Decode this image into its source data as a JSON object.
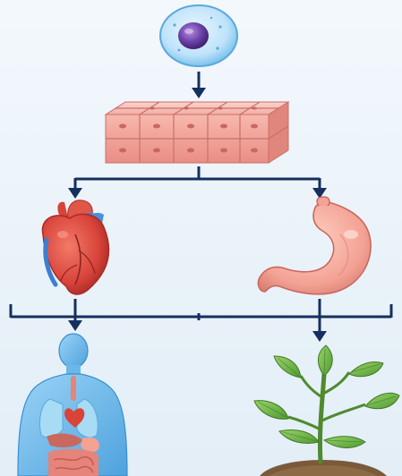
{
  "diagram": {
    "levels": [
      {
        "id": "cell",
        "icon": "cell-icon"
      },
      {
        "id": "tissue",
        "icon": "tissue-icon"
      },
      {
        "id": "organs",
        "items": [
          {
            "id": "heart",
            "icon": "heart-icon"
          },
          {
            "id": "stomach",
            "icon": "stomach-icon"
          }
        ]
      },
      {
        "id": "organisms",
        "items": [
          {
            "id": "human-body",
            "icon": "human-body-icon"
          },
          {
            "id": "plant",
            "icon": "plant-icon"
          }
        ]
      }
    ],
    "colors": {
      "arrow": "#14305e",
      "cell_membrane": "#7cc3ee",
      "cell_nucleus": "#6a3fa6",
      "tissue": "#f0a7a0",
      "heart": "#d8433a",
      "heart_vessel": "#3b7fd1",
      "stomach": "#f3a294",
      "human_silhouette": "#6cb7ea",
      "plant_leaf": "#6fb34a",
      "soil": "#7a5a3a"
    }
  }
}
